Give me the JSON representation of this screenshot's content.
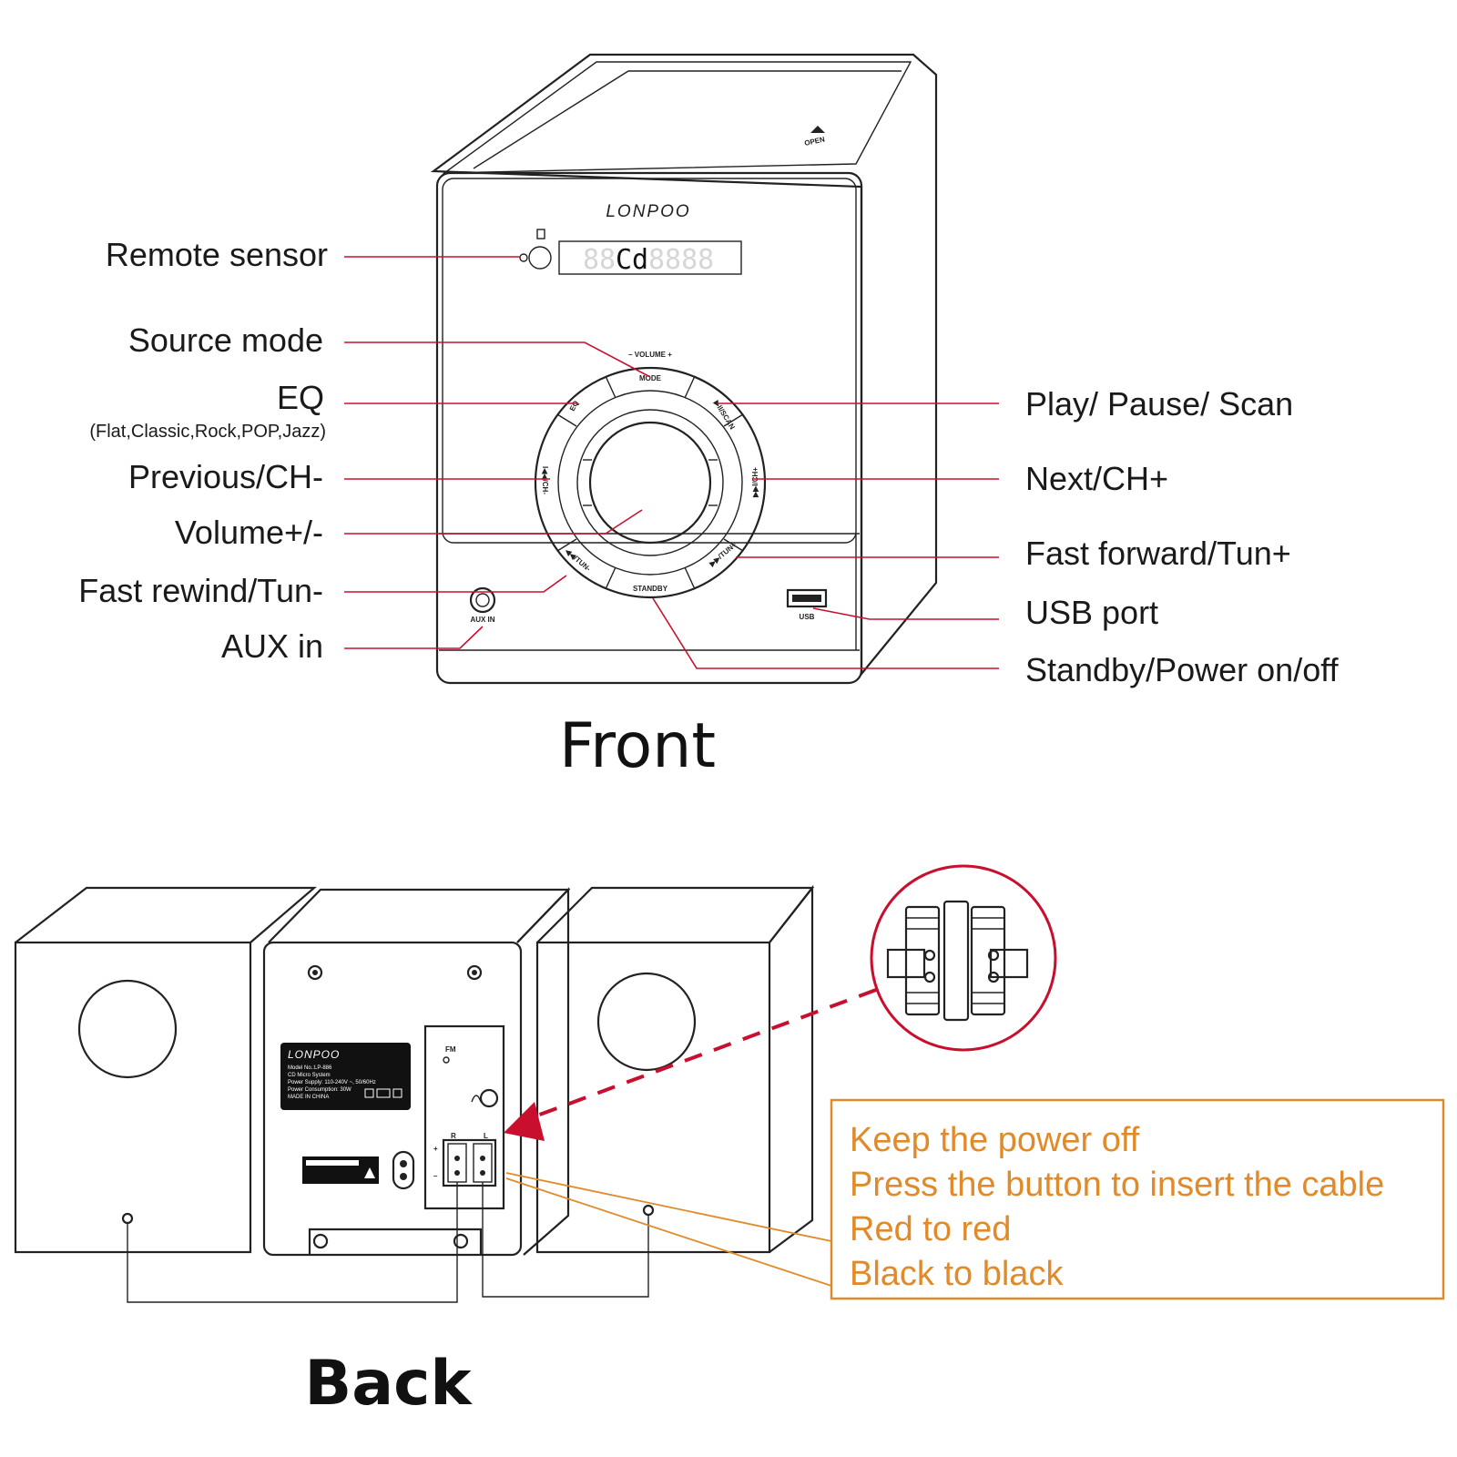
{
  "front": {
    "title": "Front",
    "brand": "LONPOO",
    "display_text": "Cd",
    "display_dim": "88",
    "display_dim2": "8888",
    "open_label": "OPEN",
    "knob": {
      "volume_label": "– VOLUME +",
      "mode_label": "MODE",
      "eq_label": "EQ",
      "play_label": "▶II/SCAN",
      "prev_label": "I◀◀/CH-",
      "next_label": "▶▶I/CH+",
      "rew_label": "◀◀/TUN-",
      "ff_label": "▶▶/TUN+",
      "standby_label": "STANDBY"
    },
    "aux_label": "AUX IN",
    "usb_label": "USB",
    "callouts_left": {
      "remote": "Remote sensor",
      "source": "Source mode",
      "eq": "EQ",
      "eq_sub": "(Flat,Classic,Rock,POP,Jazz)",
      "prev": "Previous/CH-",
      "volume": "Volume+/-",
      "rewind": "Fast rewind/Tun-",
      "aux": "AUX in"
    },
    "callouts_right": {
      "play": "Play/ Pause/ Scan",
      "next": "Next/CH+",
      "ff": "Fast forward/Tun+",
      "usb": "USB port",
      "standby": "Standby/Power on/off"
    }
  },
  "back": {
    "title": "Back",
    "label_plate": {
      "brand": "LONPOO",
      "lines": [
        "Model No.:LP-886",
        "CD Micro System",
        "Power Supply: 110-240V ~, 50/60Hz",
        "Power Consumption: 30W",
        "MADE IN CHINA"
      ]
    },
    "fm_label": "FM",
    "r_label": "R",
    "l_label": "L",
    "plus_label": "+",
    "minus_label": "–",
    "notes": [
      "Keep the power off",
      "Press the button to insert the cable",
      "Red to red",
      "Black to black"
    ]
  },
  "colors": {
    "callout_line": "#c8102e",
    "note_text": "#e08a2a",
    "outline": "#222222"
  }
}
